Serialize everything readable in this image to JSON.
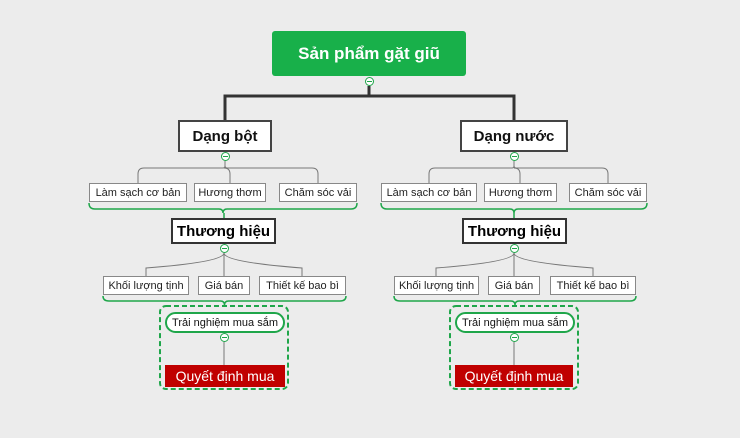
{
  "root": {
    "label": "Sản phẩm gặt giũ"
  },
  "branches": [
    {
      "label": "Dạng bột",
      "features": [
        "Làm sạch cơ bản",
        "Hương thơm",
        "Chăm sóc vải"
      ],
      "brand": "Thương hiệu",
      "factors": [
        "Khối lượng tịnh",
        "Giá bán",
        "Thiết kế bao bì"
      ],
      "experience": "Trải nghiệm mua sắm",
      "decision": "Quyết định mua"
    },
    {
      "label": "Dạng nước",
      "features": [
        "Làm sạch cơ bản",
        "Hương thơm",
        "Chăm sóc vải"
      ],
      "brand": "Thương hiệu",
      "factors": [
        "Khối lượng tịnh",
        "Giá bán",
        "Thiết kế bao bì"
      ],
      "experience": "Trải nghiệm mua sắm",
      "decision": "Quyết định mua"
    }
  ],
  "colors": {
    "root": "#18b04a",
    "accent": "#1fa64a",
    "decision": "#c00000",
    "background": "#ececec"
  },
  "icons": {
    "collapse": "minus-circle-icon"
  }
}
